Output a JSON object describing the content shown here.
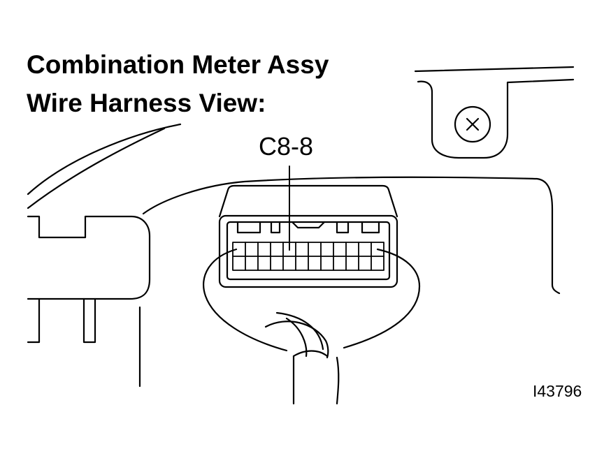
{
  "diagram": {
    "title_line1": "Combination Meter Assy",
    "title_line2": "Wire Harness View:",
    "connector_callout": "C8-8",
    "figure_id": "I43796",
    "stroke_color": "#000000",
    "background_color": "#ffffff",
    "connector": {
      "rows": 2,
      "columns": 12
    }
  }
}
